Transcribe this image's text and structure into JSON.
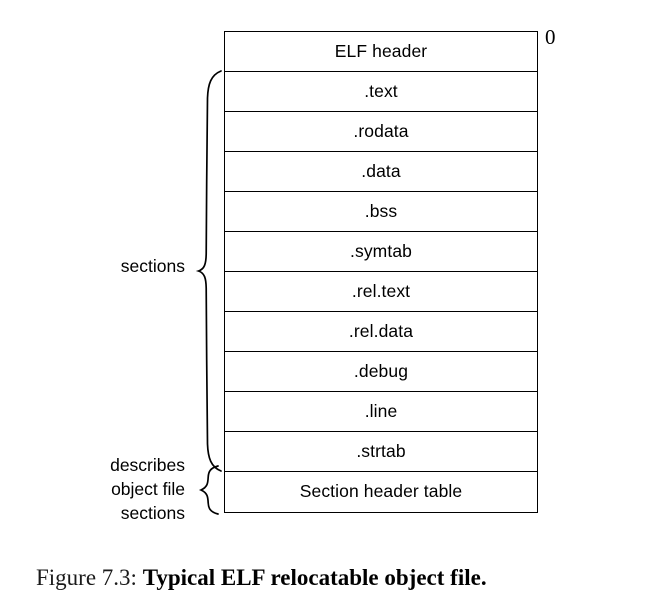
{
  "figure": {
    "caption_number": "Figure 7.3:",
    "caption_title": "Typical ELF relocatable object file.",
    "offset_marker": "0"
  },
  "file_layout": {
    "rows": [
      {
        "label": "ELF header",
        "group": "header"
      },
      {
        "label": ".text",
        "group": "sections"
      },
      {
        "label": ".rodata",
        "group": "sections"
      },
      {
        "label": ".data",
        "group": "sections"
      },
      {
        "label": ".bss",
        "group": "sections"
      },
      {
        "label": ".symtab",
        "group": "sections"
      },
      {
        "label": ".rel.text",
        "group": "sections"
      },
      {
        "label": ".rel.data",
        "group": "sections"
      },
      {
        "label": ".debug",
        "group": "sections"
      },
      {
        "label": ".line",
        "group": "sections"
      },
      {
        "label": ".strtab",
        "group": "sections"
      },
      {
        "label": "Section header table",
        "group": "section-header-table"
      }
    ]
  },
  "annotations": {
    "sections_label": "sections",
    "describes_label_line1": "describes",
    "describes_label_line2": "object file",
    "describes_label_line3": "sections"
  },
  "colors": {
    "background": "#ffffff",
    "border": "#000000",
    "text": "#000000",
    "caption_text": "#1a1a1a"
  }
}
